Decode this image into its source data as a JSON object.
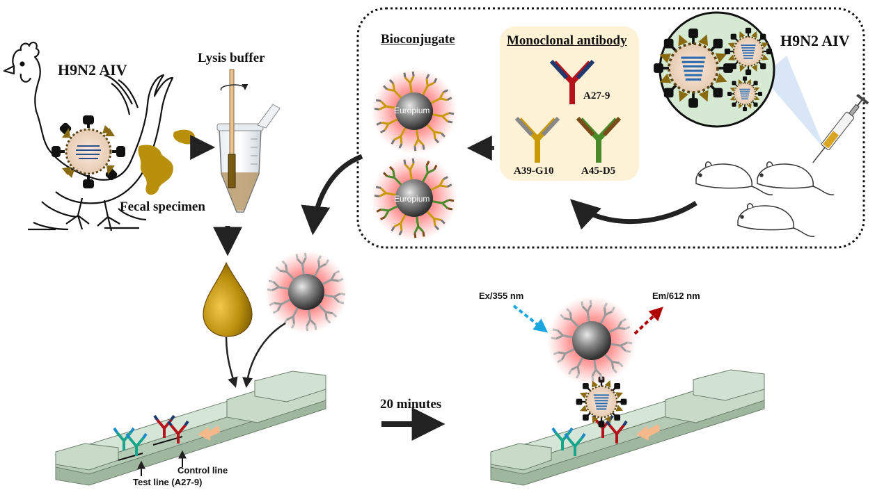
{
  "labels": {
    "h9n2_left": "H9N2 AIV",
    "lysis_buffer": "Lysis buffer",
    "fecal_specimen": "Fecal specimen",
    "bioconjugate": "Bioconjugate",
    "monoclonal_antibody": "Monoclonal antibody",
    "h9n2_right": "H9N2 AIV",
    "ab_a27_9": "A27-9",
    "ab_a39_g10": "A39-G10",
    "ab_a45_d5": "A45-D5",
    "europium_1": "Europium",
    "europium_2": "Europium",
    "ex": "Ex/355 nm",
    "em": "Em/612 nm",
    "time": "20 minutes",
    "control_line": "Control line",
    "test_line": "Test line (A27-9)"
  },
  "colors": {
    "red_ab": "#b5121b",
    "navy_ab": "#1f3a6e",
    "gold_ab": "#c99a06",
    "green_ab": "#4a8a2a",
    "brown_ab": "#7a4a18",
    "teal_ab": "#17a58c",
    "strip": "#cfe3cf",
    "fecal": "#b8900c",
    "glow": "#ff3b3b"
  }
}
